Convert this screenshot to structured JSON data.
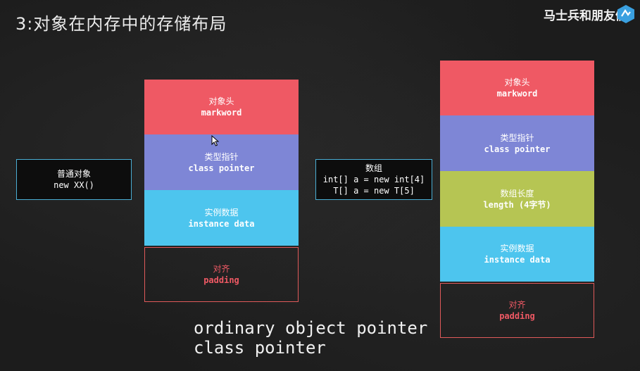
{
  "title": "3:对象在内存中的存储布局",
  "watermark": "马士兵和朋友们",
  "ordinary_label": {
    "line1": "普通对象",
    "line2": "new XX()"
  },
  "array_label": {
    "line1": "数组",
    "line2": "int[] a = new int[4]",
    "line3": "T[] a = new T[5]"
  },
  "left_stack": [
    {
      "line1": "对象头",
      "line2": "markword"
    },
    {
      "line1": "类型指针",
      "line2": "class pointer"
    },
    {
      "line1": "实例数据",
      "line2": "instance data"
    },
    {
      "line1": "对齐",
      "line2": "padding"
    }
  ],
  "right_stack": [
    {
      "line1": "对象头",
      "line2": "markword"
    },
    {
      "line1": "类型指针",
      "line2": "class pointer"
    },
    {
      "line1": "数组长度",
      "line2": "length (4字节)"
    },
    {
      "line1": "实例数据",
      "line2": "instance data"
    },
    {
      "line1": "对齐",
      "line2": "padding"
    }
  ],
  "bottom_text": {
    "line1": "ordinary object pointer",
    "line2": "class pointer"
  }
}
